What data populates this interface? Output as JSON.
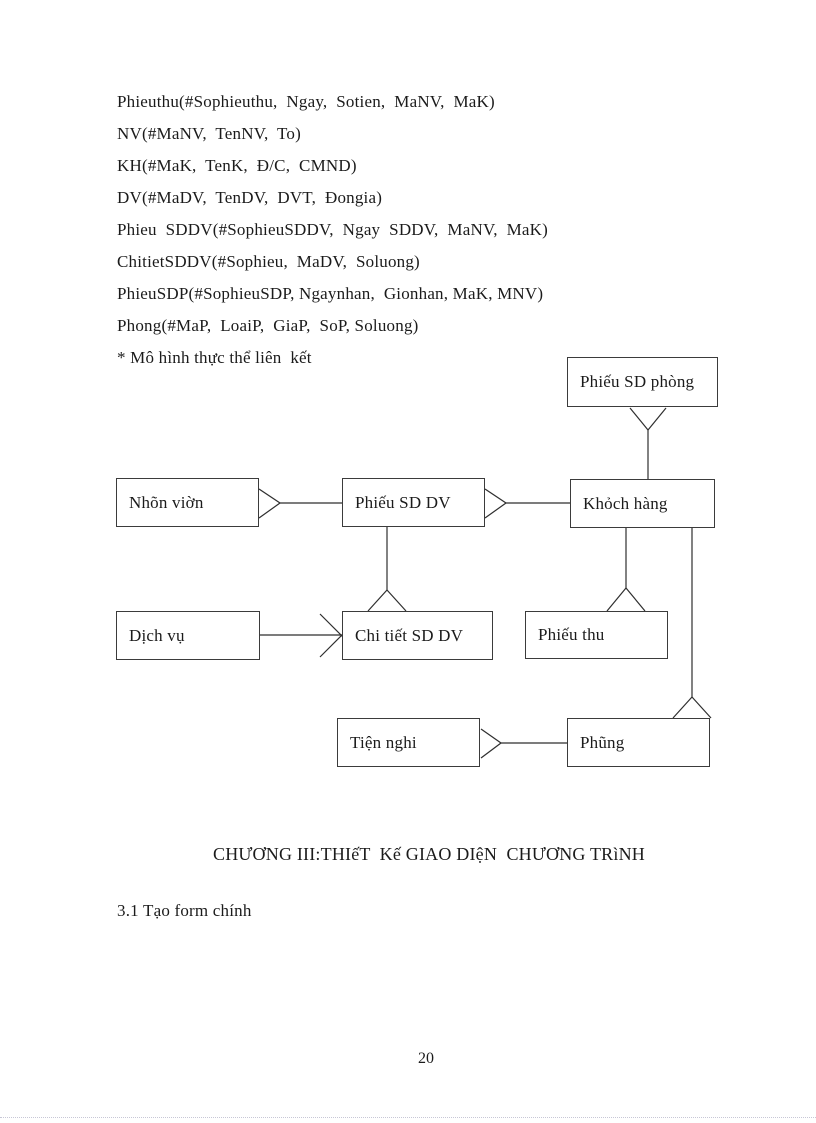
{
  "schema_lines": [
    "Phieuthu(#Sophieuthu,  Ngay,  Sotien,  MaNV,  MaK)",
    "NV(#MaNV,  TenNV,  To)",
    "KH(#MaK,  TenK,  Đ/C,  CMND)",
    "DV(#MaDV,  TenDV,  DVT,  Đongia)",
    "Phieu  SDDV(#SophieuSDDV,  Ngay  SDDV,  MaNV,  MaK)",
    "ChitietSDDV(#Sophieu,  MaDV,  Soluong)",
    "PhieuSDP(#SophieuSDP, Ngaynhan,  Gionhan, MaK, MNV)",
    "Phong(#MaP,  LoaiP,  GiaP,  SoP, Soluong)",
    "* Mô hình thực thể liên  kết"
  ],
  "diagram": {
    "entities": [
      {
        "id": "phieu-sd-phong",
        "label": "Phiếu SD phòng"
      },
      {
        "id": "nhan-vien",
        "label": "Nhõn viờn"
      },
      {
        "id": "phieu-sd-dv",
        "label": "Phiếu SD DV"
      },
      {
        "id": "khach-hang",
        "label": "Khỏch hàng"
      },
      {
        "id": "dich-vu",
        "label": "Dịch vụ"
      },
      {
        "id": "chi-tiet-sd-dv",
        "label": "Chi tiết SD DV"
      },
      {
        "id": "phieu-thu",
        "label": "Phiếu thu"
      },
      {
        "id": "tien-nghi",
        "label": "Tiện nghi"
      },
      {
        "id": "phung",
        "label": "Phũng"
      }
    ],
    "relations": [
      {
        "from": "khach-hang",
        "to": "phieu-sd-phong",
        "many_side": "phieu-sd-phong"
      },
      {
        "from": "nhan-vien",
        "to": "phieu-sd-dv",
        "many_side": "nhan-vien"
      },
      {
        "from": "phieu-sd-dv",
        "to": "khach-hang",
        "many_side": "phieu-sd-dv"
      },
      {
        "from": "phieu-sd-dv",
        "to": "chi-tiet-sd-dv",
        "many_side": "chi-tiet-sd-dv"
      },
      {
        "from": "dich-vu",
        "to": "chi-tiet-sd-dv",
        "many_side": "chi-tiet-sd-dv"
      },
      {
        "from": "khach-hang",
        "to": "phieu-thu",
        "many_side": "phieu-thu"
      },
      {
        "from": "khach-hang",
        "to": "phung",
        "many_side": "phung"
      },
      {
        "from": "tien-nghi",
        "to": "phung",
        "many_side": "tien-nghi"
      }
    ]
  },
  "chapter_heading": "CHƯƠNG III:THIếT  Kế GIAO DIệN  CHƯƠNG TRìNH",
  "section_heading": "3.1 Tạo form chính",
  "page_number": "20",
  "colors": {
    "text": "#1b1b1b",
    "box_border": "#3b3b3b",
    "background": "#ffffff"
  }
}
